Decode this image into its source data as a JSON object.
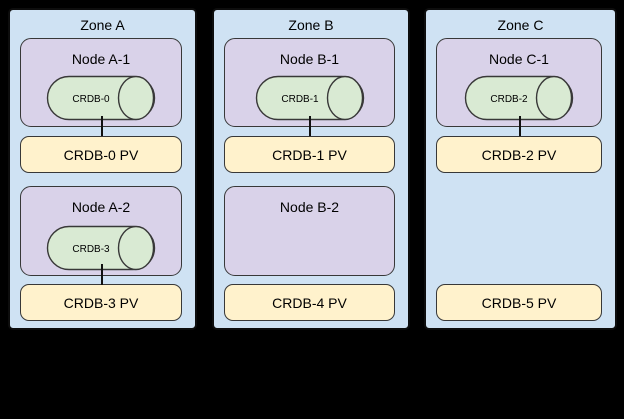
{
  "zones": [
    {
      "label": "Zone A",
      "node1": {
        "label": "Node A-1",
        "pod": "CRDB-0"
      },
      "pv1": "CRDB-0 PV",
      "node2": {
        "label": "Node A-2",
        "pod": "CRDB-3"
      },
      "pv2": "CRDB-3 PV"
    },
    {
      "label": "Zone B",
      "node1": {
        "label": "Node B-1",
        "pod": "CRDB-1"
      },
      "pv1": "CRDB-1 PV",
      "node2": {
        "label": "Node B-2",
        "pod": null
      },
      "pv2": "CRDB-4 PV"
    },
    {
      "label": "Zone C",
      "node1": {
        "label": "Node C-1",
        "pod": "CRDB-2"
      },
      "pv1": "CRDB-2 PV",
      "node2": null,
      "pv2": "CRDB-5 PV"
    }
  ],
  "colors": {
    "background": "#000000",
    "zone_fill": "#cfe2f3",
    "node_fill": "#d9d2e9",
    "pod_fill": "#d9ead3",
    "pv_fill": "#fff2cc",
    "shape_border": "#383838"
  }
}
